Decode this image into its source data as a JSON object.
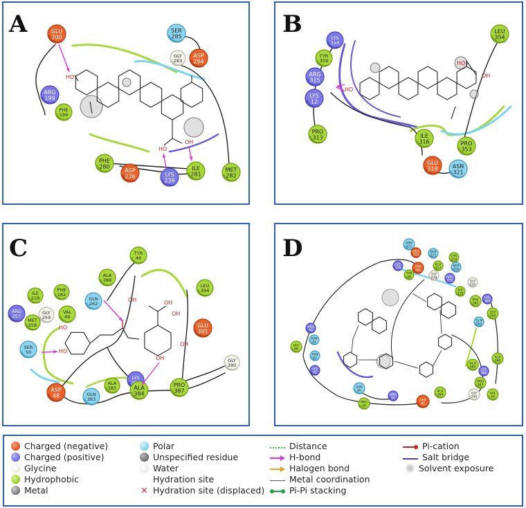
{
  "panels": [
    {
      "id": "A",
      "residues": [
        {
          "name": "GLU",
          "num": "200",
          "type": "neg"
        },
        {
          "name": "SER",
          "num": "285",
          "type": "polar"
        },
        {
          "name": "GLY",
          "num": "283",
          "type": "gly"
        },
        {
          "name": "ASP",
          "num": "284",
          "type": "neg"
        },
        {
          "name": "ARG",
          "num": "199",
          "type": "pos"
        },
        {
          "name": "PHE",
          "num": "196",
          "type": "hyd"
        },
        {
          "name": "PHE",
          "num": "280",
          "type": "hyd"
        },
        {
          "name": "ASP",
          "num": "236",
          "type": "neg"
        },
        {
          "name": "LYS",
          "num": "239",
          "type": "pos"
        },
        {
          "name": "ILE",
          "num": "281",
          "type": "hyd"
        },
        {
          "name": "MET",
          "num": "282",
          "type": "hyd"
        }
      ],
      "atoms": [
        "HO",
        "HO",
        "OH"
      ]
    },
    {
      "id": "B",
      "residues": [
        {
          "name": "LYS",
          "num": "314",
          "type": "pos"
        },
        {
          "name": "TYR",
          "num": "359",
          "type": "hyd"
        },
        {
          "name": "ARG",
          "num": "315",
          "type": "pos"
        },
        {
          "name": "LYS",
          "num": "12",
          "type": "pos"
        },
        {
          "name": "PRO",
          "num": "313",
          "type": "hyd"
        },
        {
          "name": "LEU",
          "num": "354",
          "type": "hyd"
        },
        {
          "name": "ILE",
          "num": "316",
          "type": "hyd"
        },
        {
          "name": "GLU",
          "num": "318",
          "type": "neg"
        },
        {
          "name": "ASN",
          "num": "321",
          "type": "polar"
        },
        {
          "name": "PRO",
          "num": "353",
          "type": "hyd"
        }
      ],
      "atoms": [
        "HO",
        "HO",
        "OH"
      ]
    },
    {
      "id": "C",
      "residues": [
        {
          "name": "TYR",
          "num": "46",
          "type": "hyd"
        },
        {
          "name": "ALA",
          "num": "388",
          "type": "hyd"
        },
        {
          "name": "ILE",
          "num": "219",
          "type": "hyd"
        },
        {
          "name": "PHE",
          "num": "182",
          "type": "hyd"
        },
        {
          "name": "GLN",
          "num": "262",
          "type": "polar"
        },
        {
          "name": "LEU",
          "num": "394",
          "type": "hyd"
        },
        {
          "name": "ARG",
          "num": "257",
          "type": "pos"
        },
        {
          "name": "GLY",
          "num": "259",
          "type": "gly"
        },
        {
          "name": "VAL",
          "num": "49",
          "type": "hyd"
        },
        {
          "name": "MET",
          "num": "258",
          "type": "hyd"
        },
        {
          "name": "GLU",
          "num": "391",
          "type": "neg"
        },
        {
          "name": "SER",
          "num": "50",
          "type": "polar"
        },
        {
          "name": "GLY",
          "num": "390",
          "type": "gly"
        },
        {
          "name": "LYS",
          "num": "389",
          "type": "pos"
        },
        {
          "name": "ALA",
          "num": "385",
          "type": "hyd"
        },
        {
          "name": "ALA",
          "num": "384",
          "type": "hyd"
        },
        {
          "name": "PRO",
          "num": "387",
          "type": "hyd"
        },
        {
          "name": "GLN",
          "num": "383",
          "type": "polar"
        },
        {
          "name": "ASP",
          "num": "48",
          "type": "neg"
        }
      ],
      "atoms": [
        "HO",
        "HO",
        "OH",
        "OH",
        "OH",
        "OH",
        "OH"
      ]
    },
    {
      "id": "D",
      "residues": [
        {
          "name": "ASN",
          "num": "311",
          "type": "polar"
        },
        {
          "name": "GLU",
          "num": "315",
          "type": "neg"
        },
        {
          "name": "SER",
          "num": "222",
          "type": "polar"
        },
        {
          "name": "LYS",
          "num": "170",
          "type": "pos"
        },
        {
          "name": "ASP",
          "num": "181",
          "type": "neg"
        },
        {
          "name": "ALA",
          "num": "217",
          "type": "hyd"
        },
        {
          "name": "CYS",
          "num": "219",
          "type": "hyd"
        },
        {
          "name": "SER",
          "num": "216",
          "type": "polar"
        },
        {
          "name": "TYR",
          "num": "48",
          "type": "hyd"
        },
        {
          "name": "GLY",
          "num": "238",
          "type": "gly"
        },
        {
          "name": "ARG",
          "num": "221",
          "type": "pos"
        },
        {
          "name": "GLY",
          "num": "220",
          "type": "gly"
        },
        {
          "name": "PHE",
          "num": "182",
          "type": "hyd"
        },
        {
          "name": "ILE",
          "num": "218",
          "type": "hyd"
        },
        {
          "name": "LYS",
          "num": "169",
          "type": "pos"
        },
        {
          "name": "LEU",
          "num": "294",
          "type": "hyd"
        },
        {
          "name": "GLN",
          "num": "262",
          "type": "polar"
        },
        {
          "name": "ARG",
          "num": "43",
          "type": "pos"
        },
        {
          "name": "ASN",
          "num": "44",
          "type": "polar"
        },
        {
          "name": "LEU",
          "num": "88",
          "type": "hyd"
        },
        {
          "name": "ASN",
          "num": "62",
          "type": "polar"
        },
        {
          "name": "LYS",
          "num": "41",
          "type": "pos"
        },
        {
          "name": "ALA",
          "num": "385",
          "type": "hyd"
        },
        {
          "name": "LYS",
          "num": "386",
          "type": "pos"
        },
        {
          "name": "ALA",
          "num": "388",
          "type": "hyd"
        },
        {
          "name": "ASN",
          "num": "90",
          "type": "polar"
        },
        {
          "name": "PRO",
          "num": "387",
          "type": "hyd"
        },
        {
          "name": "PRO",
          "num": "89",
          "type": "hyd"
        },
        {
          "name": "ARG",
          "num": "67",
          "type": "pos"
        },
        {
          "name": "ASP",
          "num": "40",
          "type": "neg"
        },
        {
          "name": "ALA",
          "num": "384",
          "type": "hyd"
        },
        {
          "name": "GLY",
          "num": "290",
          "type": "gly"
        },
        {
          "name": "VAL",
          "num": "49",
          "type": "hyd"
        }
      ]
    }
  ],
  "colors": {
    "neg": "#e8622a",
    "pos": "#7b78e8",
    "gly": "#f4f4ec",
    "hyd": "#a8d838",
    "polar": "#8ed6f0",
    "metal": "#888888",
    "unspec": "#7a7a7a",
    "water": "#f2f2f2",
    "hbond": "#d838d8",
    "halogen": "#e0a020",
    "metalcoord": "#555555",
    "pipi": "#20a040",
    "pication": "#d02020",
    "saltbridge": "#5a3a9a",
    "solvent": "#cccccc",
    "pocket_green": "#a8d838",
    "pocket_blue": "#7ad4f0",
    "pocket_purple": "#6a5ad8"
  },
  "legend": {
    "col1": [
      "Charged (negative)",
      "Charged (positive)",
      "Glycine",
      "Hydrophobic",
      "Metal"
    ],
    "col2": [
      "Polar",
      "Unspecified residue",
      "Water",
      "Hydration site",
      "Hydration site (displaced)"
    ],
    "col3": [
      "Distance",
      "H-bond",
      "Halogen bond",
      "Metal coordination",
      "Pi-Pi stacking"
    ],
    "col4": [
      "Pi-cation",
      "Salt bridge",
      "Solvent exposure"
    ]
  }
}
